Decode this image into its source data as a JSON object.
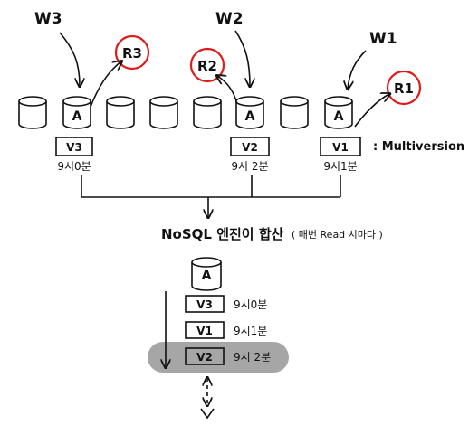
{
  "writers": [
    "W3",
    "W2",
    "W1"
  ],
  "readers": [
    "R3",
    "R2",
    "R1"
  ],
  "cylinder_label": "A",
  "versions_top": [
    {
      "label": "V3",
      "time": "9시0분"
    },
    {
      "label": "V2",
      "time": "9시 2분"
    },
    {
      "label": "V1",
      "time": "9시1분"
    }
  ],
  "multiversion_label": ": Multiversion",
  "merge_title": "NoSQL 엔진이 합산",
  "merge_note": "( 매번 Read 시마다 )",
  "stack": [
    {
      "label": "V3",
      "time": "9시0분"
    },
    {
      "label": "V1",
      "time": "9시1분"
    },
    {
      "label": "V2",
      "time": "9시 2분"
    }
  ],
  "colors": {
    "ink": "#111111",
    "circle": "#e0191b",
    "highlight": "#a6a6a6"
  }
}
